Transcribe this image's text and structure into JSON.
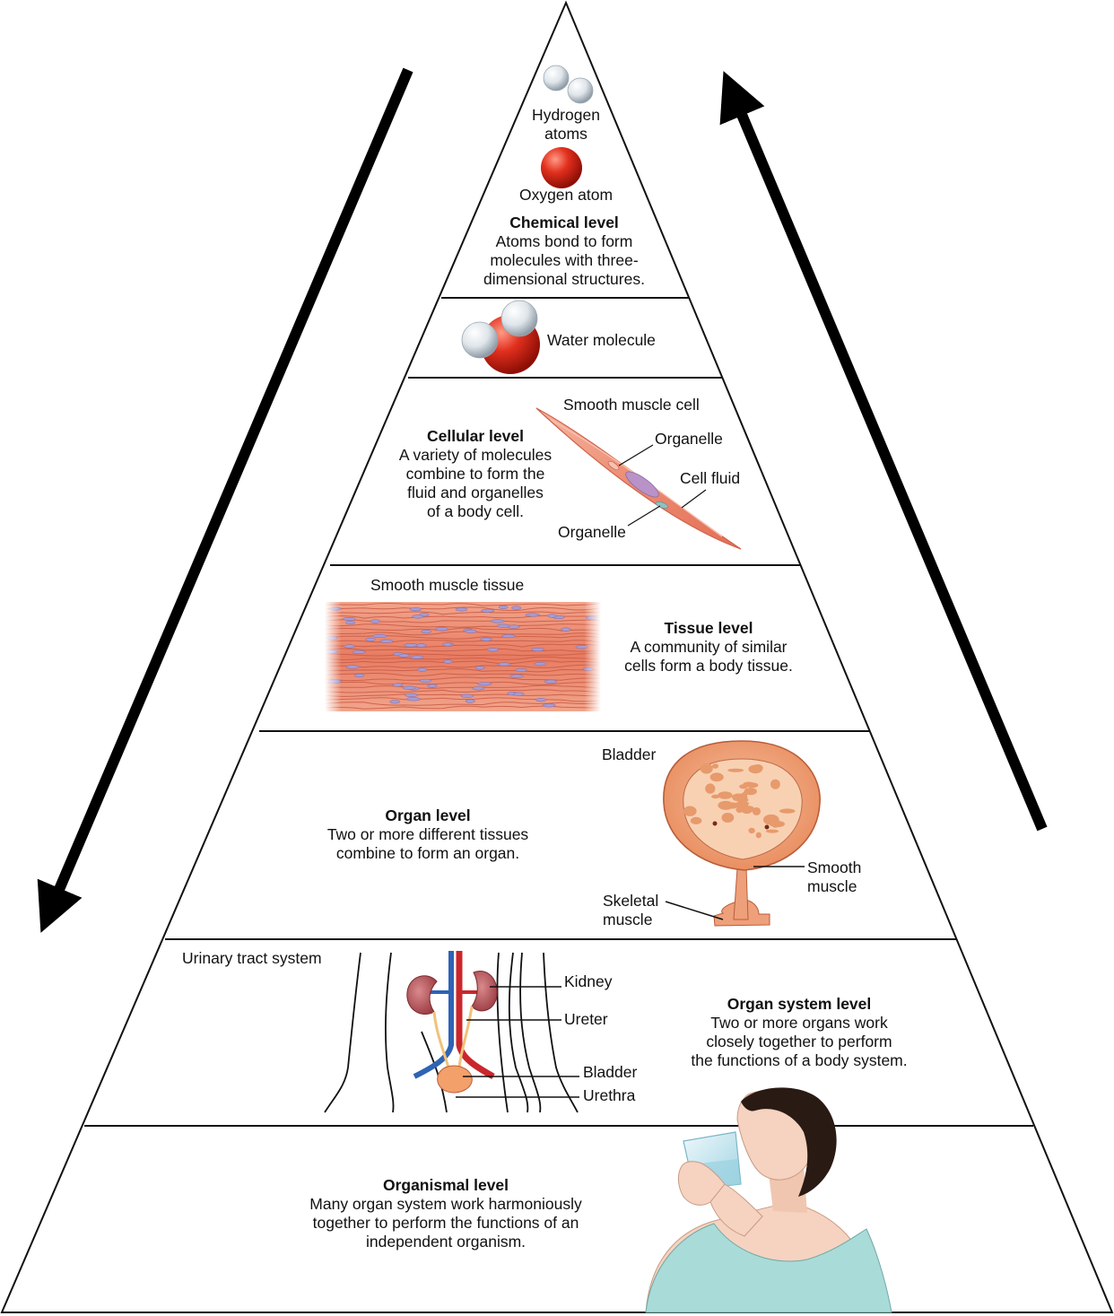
{
  "chemical": {
    "hydrogen_label": "Hydrogen\natoms",
    "oxygen_label": "Oxygen atom",
    "title": "Chemical level",
    "desc": "Atoms bond to form\nmolecules with three-\ndimensional structures."
  },
  "molecule": {
    "water_label": "Water molecule"
  },
  "cellular": {
    "cell_label": "Smooth muscle cell",
    "organelle_label_1": "Organelle",
    "organelle_label_2": "Organelle",
    "fluid_label": "Cell fluid",
    "title": "Cellular level",
    "desc": "A variety of molecules\ncombine to form the\nfluid and organelles\nof a body cell."
  },
  "tissue": {
    "image_label": "Smooth muscle tissue",
    "title": "Tissue level",
    "desc": "A community of similar\ncells form a body tissue."
  },
  "organ": {
    "bladder_label": "Bladder",
    "smooth_label": "Smooth\nmuscle",
    "skeletal_label": "Skeletal\nmuscle",
    "title": "Organ level",
    "desc": "Two or more different tissues\ncombine to form an organ."
  },
  "organ_system": {
    "system_label": "Urinary tract system",
    "kidney_label": "Kidney",
    "ureter_label": "Ureter",
    "bladder_label": "Bladder",
    "urethra_label": "Urethra",
    "title": "Organ system level",
    "desc": "Two or more organs work\nclosely together to perform\nthe functions of a body system."
  },
  "organismal": {
    "title": "Organismal level",
    "desc": "Many organ system work harmoniously\ntogether to perform the functions of an\nindependent organism."
  },
  "colors": {
    "outline": "#111111",
    "muscle": "#e8836a",
    "oxygen": "#cc1f12",
    "hydrogen": "#dde4ea",
    "artery": "#c9272b",
    "vein": "#2f63b5",
    "skin": "#f5d3c0",
    "shirt": "#a9dbd9"
  }
}
